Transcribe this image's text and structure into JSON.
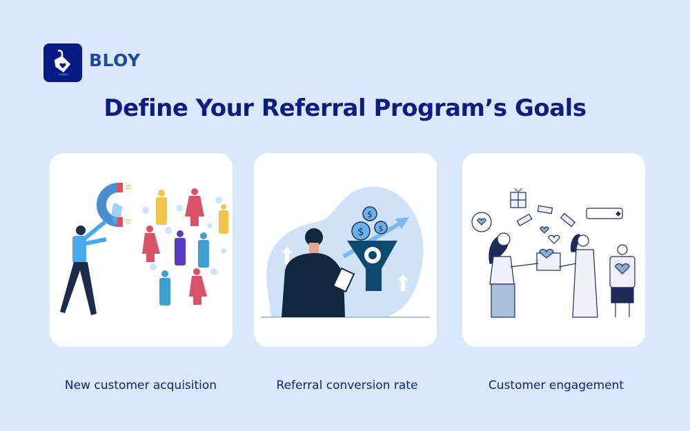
{
  "brand": {
    "name": "BLOY",
    "logo_icon": "price-tag-heart-icon",
    "logo_bg": "#071a84",
    "text_color": "#1c4aa6"
  },
  "page": {
    "title": "Define Your Referral Program’s Goals",
    "title_color": "#0b1d80",
    "background": "#d9e8fb"
  },
  "goals": [
    {
      "label": "New customer acquisition",
      "illustration": "magnet-attracting-people-illustration"
    },
    {
      "label": "Referral conversion rate",
      "illustration": "sales-funnel-coins-illustration"
    },
    {
      "label": "Customer engagement",
      "illustration": "gift-box-exchange-illustration"
    }
  ]
}
